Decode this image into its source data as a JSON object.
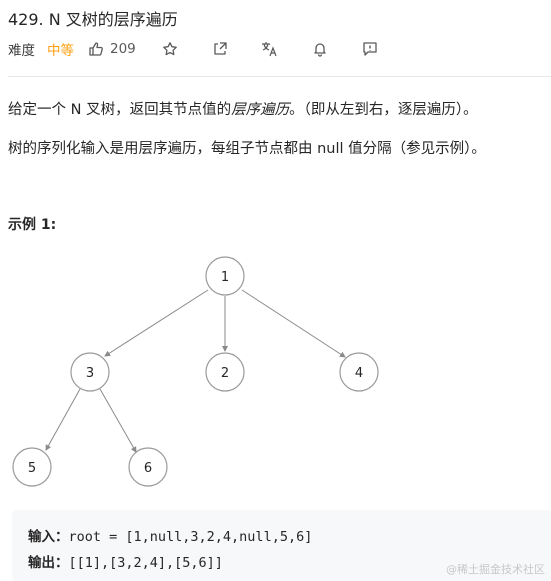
{
  "problem": {
    "title": "429. N 叉树的层序遍历",
    "difficulty_label": "难度",
    "difficulty_value": "中等",
    "likes": "209"
  },
  "description": {
    "p1_before": "给定一个 N 叉树，返回其节点值的",
    "p1_em": "层序遍历",
    "p1_after": "。（即从左到右，逐层遍历）。",
    "p2": "树的序列化输入是用层序遍历，每组子节点都由 null 值分隔（参见示例）。"
  },
  "example": {
    "heading": "示例 1:",
    "tree": {
      "nodes": [
        "1",
        "3",
        "2",
        "4",
        "5",
        "6"
      ]
    },
    "input_label": "输入：",
    "input_value": "root = [1,null,3,2,4,null,5,6]",
    "output_label": "输出：",
    "output_value": "[[1],[3,2,4],[5,6]]"
  },
  "watermark": "@稀土掘金技术社区",
  "colors": {
    "difficulty": "#ffa116",
    "node_stroke": "#9a9a9a",
    "code_bg": "#f7f8fa"
  }
}
